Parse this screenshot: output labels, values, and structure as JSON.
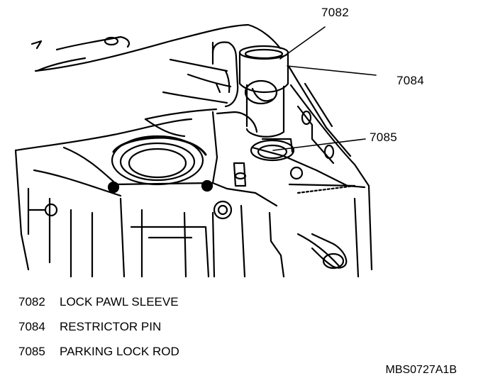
{
  "callouts": [
    {
      "id": "7082"
    },
    {
      "id": "7084"
    },
    {
      "id": "7085"
    }
  ],
  "legend": [
    {
      "number": "7082",
      "label": "LOCK PAWL SLEEVE"
    },
    {
      "number": "7084",
      "label": "RESTRICTOR PIN"
    },
    {
      "number": "7085",
      "label": "PARKING LOCK ROD"
    }
  ],
  "figure_id": "MBS0727A1B"
}
